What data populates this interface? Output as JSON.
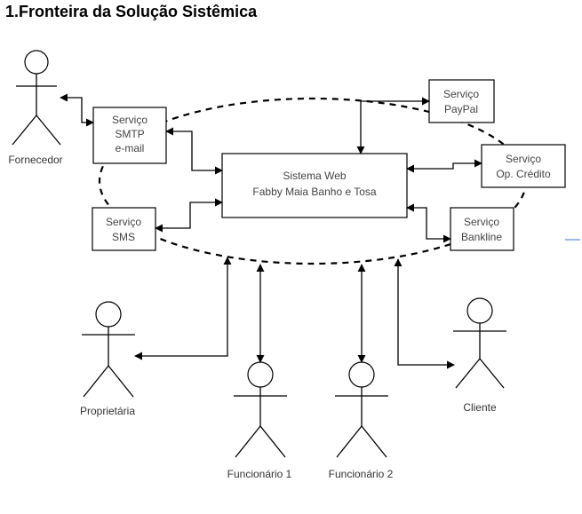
{
  "title": "1.Fronteira da Solução Sistêmica",
  "system": {
    "lines": [
      "Sistema Web",
      "Fabby Maia Banho e Tosa"
    ]
  },
  "services": {
    "smtp": {
      "lines": [
        "Serviço",
        "SMTP",
        "e-mail"
      ]
    },
    "sms": {
      "lines": [
        "Serviço",
        "SMS"
      ]
    },
    "paypal": {
      "lines": [
        "Serviço",
        "PayPal"
      ]
    },
    "credito": {
      "lines": [
        "Serviço",
        "Op. Crédito"
      ]
    },
    "bankline": {
      "lines": [
        "Serviço",
        "Bankline"
      ]
    }
  },
  "actors": {
    "fornecedor": "Fornecedor",
    "proprietaria": "Proprietária",
    "funcionario1": "Funcionário 1",
    "funcionario2": "Funcionário 2",
    "cliente": "Cliente"
  }
}
